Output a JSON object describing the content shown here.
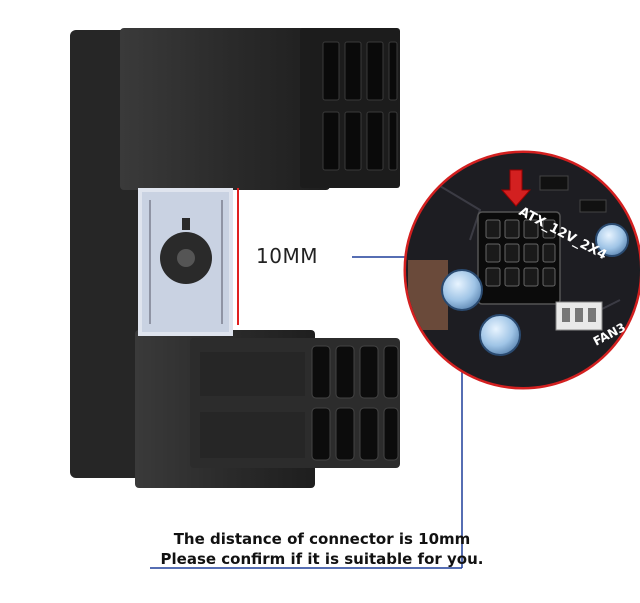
{
  "dimension_label": "10MM",
  "caption": {
    "line1": "The distance of connector is 10mm",
    "line2": "Please confirm if it is suitable for you."
  },
  "board_labels": {
    "connector": "ATX_12V_2X4",
    "fan": "FAN3"
  },
  "colors": {
    "adapter_body": "#2a2a2a",
    "callout_line": "#1f3f9a",
    "circle_border": "#d32020",
    "measure_line": "#e02020"
  }
}
